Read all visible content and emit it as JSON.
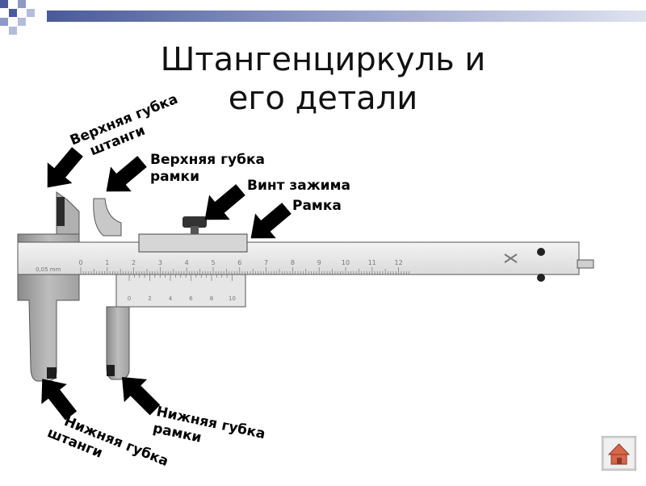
{
  "title": {
    "line1": "Штангенциркуль и",
    "line2": "его детали"
  },
  "labels": {
    "upper_jaw_bar": {
      "line1": "Верхняя губка",
      "line2": "штанги"
    },
    "upper_jaw_frame": {
      "line1": "Верхняя губка",
      "line2": "рамки"
    },
    "clamp_screw": "Винт зажима",
    "frame": "Рамка",
    "lower_jaw_frame": {
      "line1": "Нижняя губка",
      "line2": "рамки"
    },
    "lower_jaw_bar": {
      "line1": "Нижняя губка",
      "line2": "штанги"
    }
  },
  "main_scale": {
    "numbers": [
      "0",
      "1",
      "2",
      "3",
      "4",
      "5",
      "6",
      "7",
      "8",
      "9",
      "10",
      "11",
      "12"
    ],
    "precision": "0,05 mm"
  },
  "vernier_scale": {
    "numbers": [
      "0",
      "2",
      "4",
      "6",
      "8",
      "10"
    ]
  },
  "colors": {
    "accent_blue": "#4a5a9a",
    "home_button": "#d8664a"
  },
  "icons": {
    "home": "home-icon"
  }
}
